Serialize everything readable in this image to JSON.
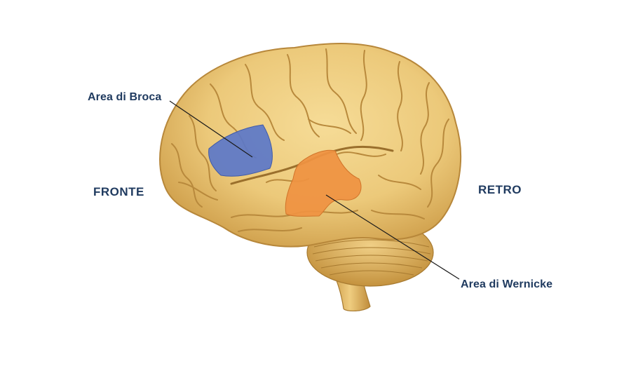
{
  "labels": {
    "broca": "Area di Broca",
    "wernicke": "Area di Wernicke",
    "front": "FRONTE",
    "back": "RETRO"
  },
  "colors": {
    "brain_fill": "#ecc97a",
    "brain_shadow": "#c89a45",
    "gyrus_line": "#b8893c",
    "broca_area": "#5b77c9",
    "wernicke_area": "#ef9242",
    "label_text": "#1f3a5f",
    "leader_line": "#1a1a1a"
  },
  "icons": {
    "diagram": "brain-lateral-view"
  }
}
